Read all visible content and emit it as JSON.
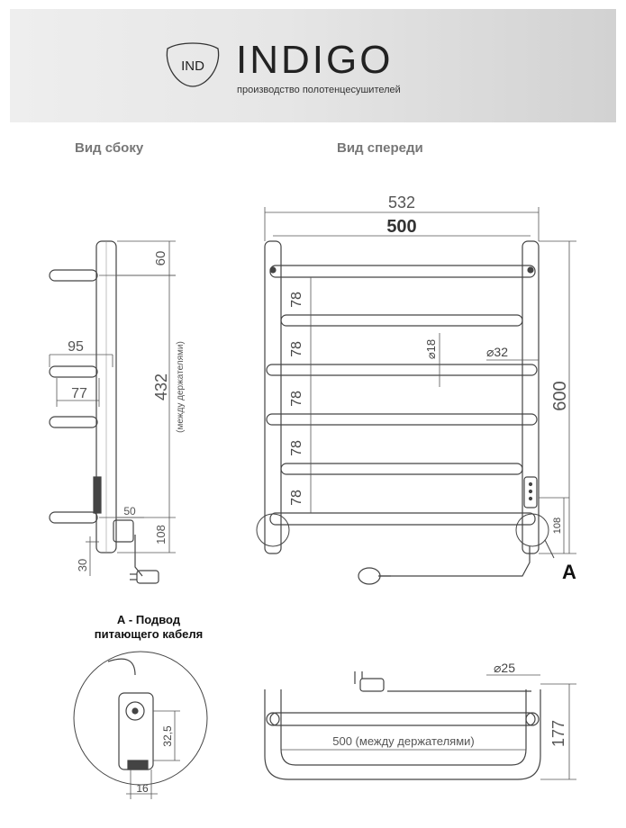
{
  "brand": {
    "mark": "IND",
    "name": "INDIGO",
    "tagline": "производство полотенцесушителей"
  },
  "views": {
    "side_title": "Вид сбоку",
    "front_title": "Вид спереди",
    "detail_caption_line1": "А - Подвод",
    "detail_caption_line2": "питающего кабеля"
  },
  "dimensions": {
    "side": {
      "top_offset": "60",
      "rung_reach": "95",
      "rung_gap": "77",
      "holder_spacing": "432",
      "holder_spacing_note": "(между держателями)",
      "bottom_offset": "108",
      "cable_offset": "50",
      "floor_offset": "30"
    },
    "front": {
      "overall_width": "532",
      "holder_width": "500",
      "rung_pitch": [
        "78",
        "78",
        "78",
        "78",
        "78"
      ],
      "rung_diameter": "⌀18",
      "post_diameter": "⌀32",
      "overall_height": "600",
      "bottom_offset": "108",
      "detail_marker": "А"
    },
    "top": {
      "post_diameter": "⌀25",
      "span_note": "500 (между держателями)",
      "depth": "177"
    },
    "detail": {
      "height": "32,5",
      "width": "16"
    }
  }
}
